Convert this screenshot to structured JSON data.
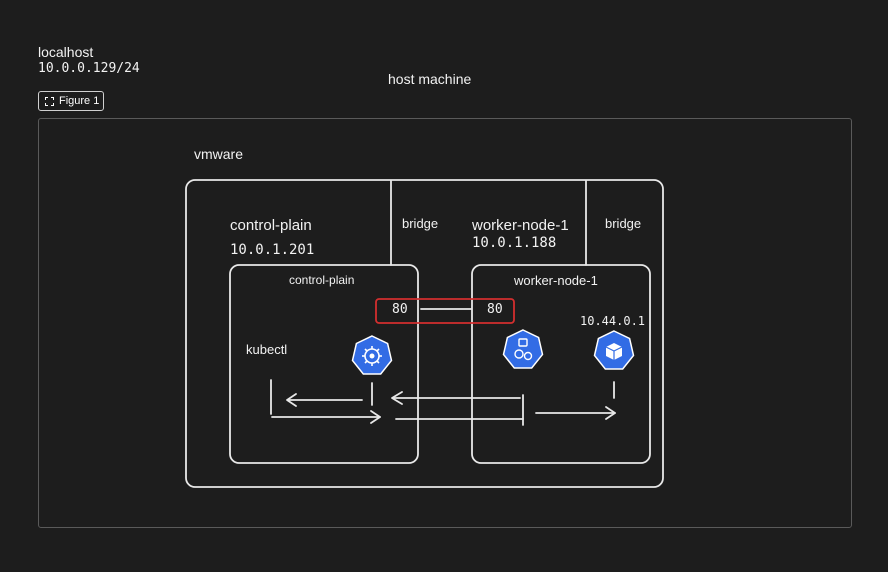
{
  "host": {
    "hostname": "localhost",
    "ip": "10.0.0.129/24",
    "title": "host machine",
    "frame_label": "Figure 1"
  },
  "vmware": {
    "label": "vmware",
    "bridge_left": "bridge",
    "bridge_right": "bridge"
  },
  "control_node": {
    "name": "control-plain",
    "ip": "10.0.1.201",
    "inner_label": "control-plain",
    "tool_label": "kubectl",
    "port": "80"
  },
  "worker_node": {
    "name": "worker-node-1",
    "ip": "10.0.1.188",
    "inner_label": "worker-node-1",
    "pod_ip": "10.44.0.1",
    "port": "80"
  },
  "colors": {
    "background": "#1d1d1d",
    "stroke": "#e8e8e8",
    "port_highlight": "#d32f2f",
    "k8s_blue": "#326ce5"
  },
  "icons": [
    "kubernetes-control-plane-icon",
    "kubernetes-node-icon",
    "kubernetes-pod-icon"
  ]
}
